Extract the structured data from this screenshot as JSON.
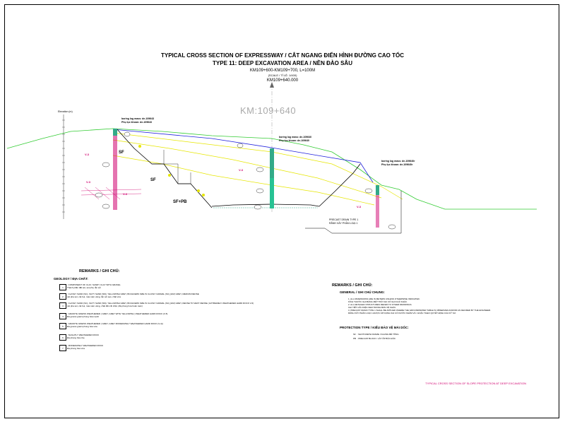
{
  "title": {
    "line1": "TYPICAL CROSS SECTION OF EXPRESSWAY / CẮT NGANG ĐIỂN HÌNH ĐƯỜNG CAO TỐC",
    "line2": "TYPE 11: DEEP EXCAVATION AREA / NỀN ĐÀO SÂU",
    "km_range": "KM109+600-KM109+700, L=100M",
    "scale": "(SCALE / TỈ LỆ: 1/400)",
    "km_exact": "KM109+640.000",
    "km_watermark": "KM:109+640"
  },
  "section": {
    "axis_title": "Elevation (m)",
    "boreholes": [
      {
        "line1": "boring log mass: de-109643",
        "line2": "Phụ lục khoan: de-109643"
      },
      {
        "line1": "boring log mass: de-109640",
        "line2": "Phụ lục khoan: de-109640"
      },
      {
        "line1": "boring log mass: de-109640r",
        "line2": "Phụ lục khoan: de-109640r"
      }
    ],
    "slope_labels": [
      "SF",
      "SF",
      "SF+PB"
    ],
    "drain_label_1": "PRECAST DRAIN TYPE 1",
    "drain_label_2": "RÃNH XÂY PHẦN LOẠI 1",
    "layer_labels": [
      "V-3",
      "V-3",
      "V-3",
      "V-3",
      "V-3"
    ]
  },
  "remarks_geology": {
    "title": "REMARKS / GHI CHÚ:",
    "subtitle": "GEOLOGY / ĐỊA CHẤT:",
    "items": [
      {
        "symbol": "1",
        "lines": [
          ": COMPONENT OF CLAY, SANDY CLAY WITH GRAVEL",
          "Thành phần đất sét, sét pha, lẫn sỏi"
        ]
      },
      {
        "symbol": "2",
        "lines": [
          ": CLAYEY SAND (SC), SILTY SAND (SM), YELLOWISH GREY, BOULDERS SIZE IS CLAYEY GRAVEL (SC),(GM) GREY, MEDIUM DENSE",
          "cát pha sét, cát bụi, màu xám vàng, lẫn sỏi sạn, chặt vừa"
        ]
      },
      {
        "symbol": "3",
        "lines": [
          ": CLAYEY SAND (SC), SILTY SAND (SM), YELLOWISH GREY, BOULDERS SIZE IS CLAYEY GRAVEL (SC),(GM) GREY, DENSE TO VERY DENSE ( EXTREMELY WEATHERED HARD ROCK V-6)",
          "cát pha sét, cát bụi, màu xám vàng, chặt đến rất chặt, (đá phong hóa hoàn toàn)"
        ]
      },
      {
        "symbol": "4",
        "lines": [
          ": GRANITE GNEISS WEATHERED ( GREY, GREY WITH YELLOWISH ) WEATHERED HARD ROCK (V-5)",
          "Đá gneiss granit phong hóa mạnh"
        ]
      },
      {
        "symbol": "5",
        "lines": [
          ": GRANITE GNEISS WEATHERED ( GREY, GREY MODERATELY WEATHERED HARD ROCK (V-4))",
          "Đá gneiss granit phong hóa vừa"
        ]
      },
      {
        "symbol": "6",
        "lines": [
          ": SLIGHTLY WEATHERED ROCK",
          "Đá phong hóa nhẹ"
        ]
      },
      {
        "symbol": "7",
        "lines": [
          ": MODERATELY WEATHERED ROCK",
          "Đá phong hóa vừa"
        ]
      }
    ]
  },
  "remarks_general": {
    "title": "REMARKS / GHI CHÚ:",
    "subtitle": "GENERAL / GHI CHÚ CHUNG:",
    "notes": [
      "1. ALL DIMENSIONS ARE IN METERS UNLESS OTHERWISE INDICATED.",
      "KÍCH THƯỚC GHI BẰNG MÉT TRỪ KHI CÓ GHI CHÚ KHÁC.",
      "2. ALL DETAILED STRUCTURES REFER TO OTHER DRAWINGS.",
      "CHI TIẾT CẤU KIỆN XEM TRONG BẢN VẼ KHÁC.",
      "3. PRECAST DRAIN TYPE 1 SHALL BE APPLIED WHERE THE GROUNDWATER TABLE IS OBSERVED AND/OR AS DECIDED BY THE ENGINEER.",
      "RÃNH XÂY PHẦN LOẠI 1 ĐƯỢC ÁP DỤNG KHI CÓ NƯỚC NGẦM VÀ / HOẶC THEO QUYẾT ĐỊNH CỦA KỸ SƯ."
    ]
  },
  "protection": {
    "title": "PROTECTION TYPE / KIỂU BẢO VỆ MÁI DỐC:",
    "items": [
      {
        "code": "SF",
        "text": ": SHOTCRETE FRAME / KHUNG BÊ TÔNG"
      },
      {
        "code": "PB",
        "text": ": PRECAST BLOCK / LÁT ỐP BÚC ĐÚC"
      }
    ]
  },
  "footer": "TYPICAL CROSS SECTION OF SLOPE PROTECTION AT DEEP EXCAVATION",
  "colors": {
    "ground_line": "#33cc33",
    "design_line": "#2222dd",
    "geology_line": "#e6e600",
    "borehole_fill": "#33aa88",
    "highlight": "#d0006f"
  }
}
